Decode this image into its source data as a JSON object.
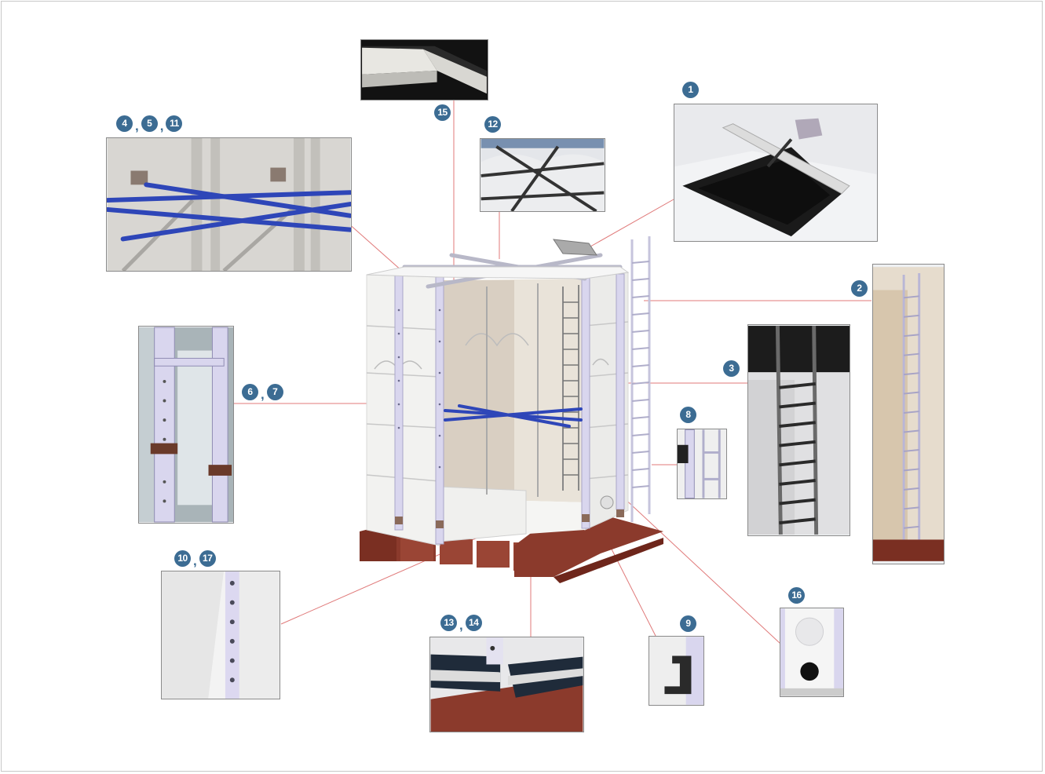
{
  "callouts": {
    "c1": {
      "labels": [
        "1"
      ]
    },
    "c2": {
      "labels": [
        "2"
      ]
    },
    "c3": {
      "labels": [
        "3"
      ]
    },
    "c4": {
      "labels": [
        "4",
        "5",
        "11"
      ],
      "separator": ","
    },
    "c6": {
      "labels": [
        "6",
        "7"
      ],
      "separator": ","
    },
    "c8": {
      "labels": [
        "8"
      ]
    },
    "c9": {
      "labels": [
        "9"
      ]
    },
    "c10": {
      "labels": [
        "10",
        "17"
      ],
      "separator": ","
    },
    "c12": {
      "labels": [
        "12"
      ]
    },
    "c13": {
      "labels": [
        "13",
        "14"
      ],
      "separator": ","
    },
    "c15": {
      "labels": [
        "15"
      ]
    },
    "c16": {
      "labels": [
        "16"
      ]
    }
  },
  "colors": {
    "badge": "#3c6c93",
    "leader_line": "#e07a7a",
    "panel_white": "#f2f2f0",
    "frame_lilac": "#d9d6ee",
    "brace_blue": "#2e46b8",
    "base_brick": "#8b3a2c",
    "tank_shadow": "#cfc9c0"
  }
}
